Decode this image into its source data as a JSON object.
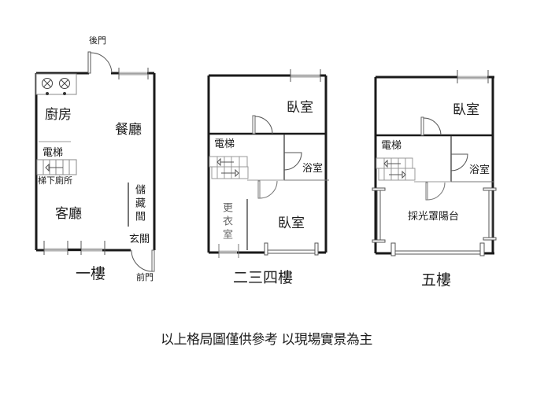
{
  "floor1": {
    "title": "一樓",
    "rooms": {
      "back_door": "後門",
      "kitchen": "廚房",
      "dining": "餐廳",
      "elevator": "電梯",
      "toilet_under_stairs": "梯下廁所",
      "living": "客廳",
      "storage": "儲藏間",
      "foyer": "玄關",
      "front_door": "前門"
    }
  },
  "floor2_4": {
    "title": "二三四樓",
    "rooms": {
      "bedroom_top": "臥室",
      "elevator": "電梯",
      "bathroom": "浴室",
      "closet": "更衣室",
      "bedroom_bottom": "臥室"
    }
  },
  "floor5": {
    "title": "五樓",
    "rooms": {
      "bedroom": "臥室",
      "elevator": "電梯",
      "bathroom": "浴室",
      "sunroom_balcony": "採光罩陽台"
    }
  },
  "disclaimer": "以上格局圖僅供參考 以現場實景為主",
  "colors": {
    "wall": "#1a1a1a",
    "window": "#9a9a9a",
    "thin_line": "#777777",
    "background": "#ffffff"
  }
}
